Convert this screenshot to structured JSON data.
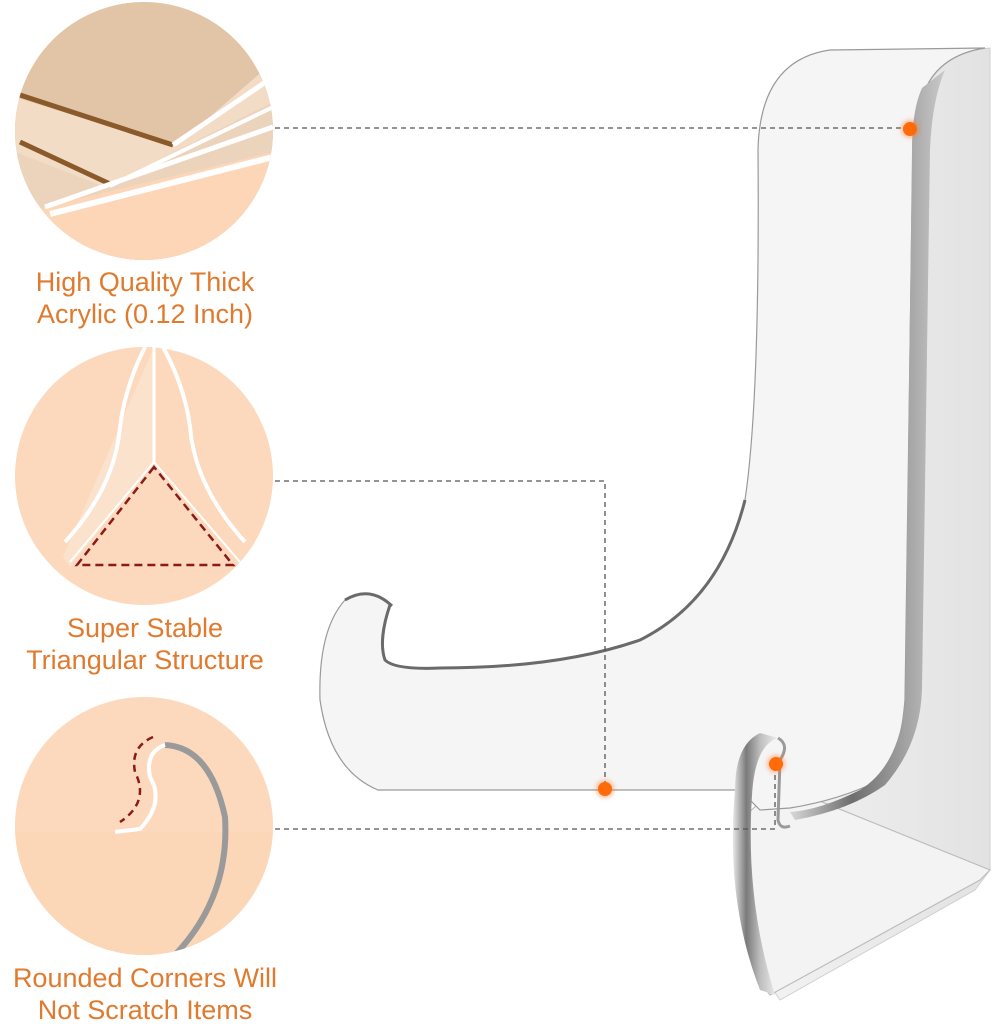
{
  "features": [
    {
      "id": "thick-acrylic",
      "caption_line1": "High Quality Thick",
      "caption_line2": "Acrylic (0.12 Inch)"
    },
    {
      "id": "triangular-structure",
      "caption_line1": "Super Stable",
      "caption_line2": "Triangular Structure"
    },
    {
      "id": "rounded-corners",
      "caption_line1": "Rounded Corners Will",
      "caption_line2": "Not Scratch Items"
    }
  ],
  "colors": {
    "caption_text": "#E07A2E",
    "circle_fill": "#FCD9BC",
    "callout_dot": "#FF6A0A",
    "dashed_line": "#555555",
    "highlight_dash": "#8B1A1A",
    "acrylic_fill": "#F4F4F4",
    "acrylic_edge": "#8A8A8A"
  }
}
